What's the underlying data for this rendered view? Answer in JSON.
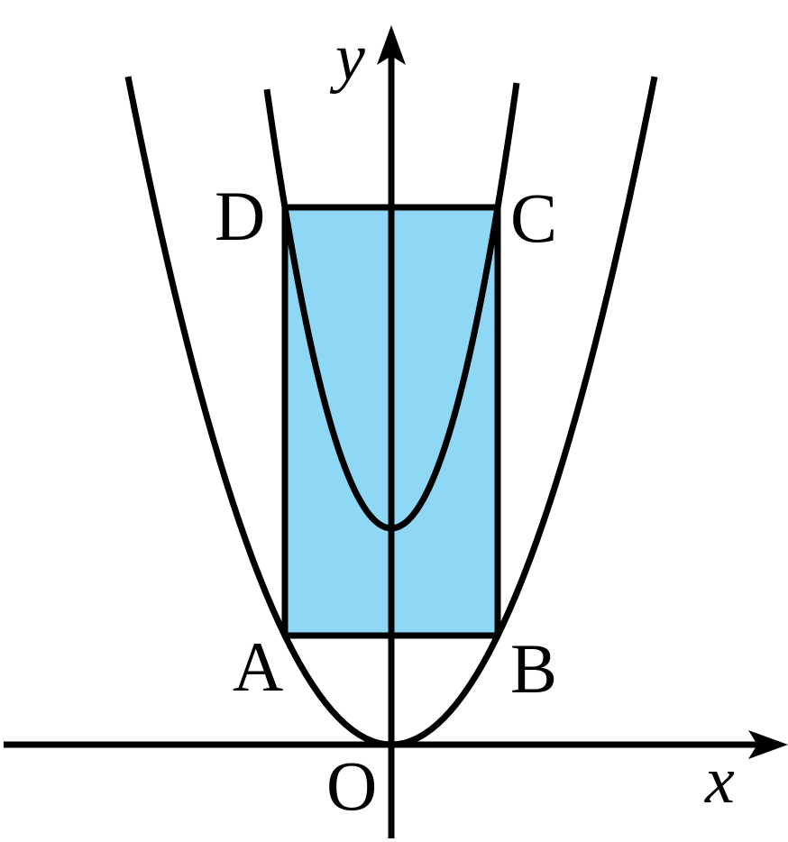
{
  "colors": {
    "rectangle_fill": "#8fd8f5",
    "stroke": "#000000",
    "background": "#ffffff"
  },
  "axes": {
    "x_label": "x",
    "y_label": "y",
    "origin_label": "O"
  },
  "points": {
    "A": "A",
    "B": "B",
    "C": "C",
    "D": "D"
  }
}
